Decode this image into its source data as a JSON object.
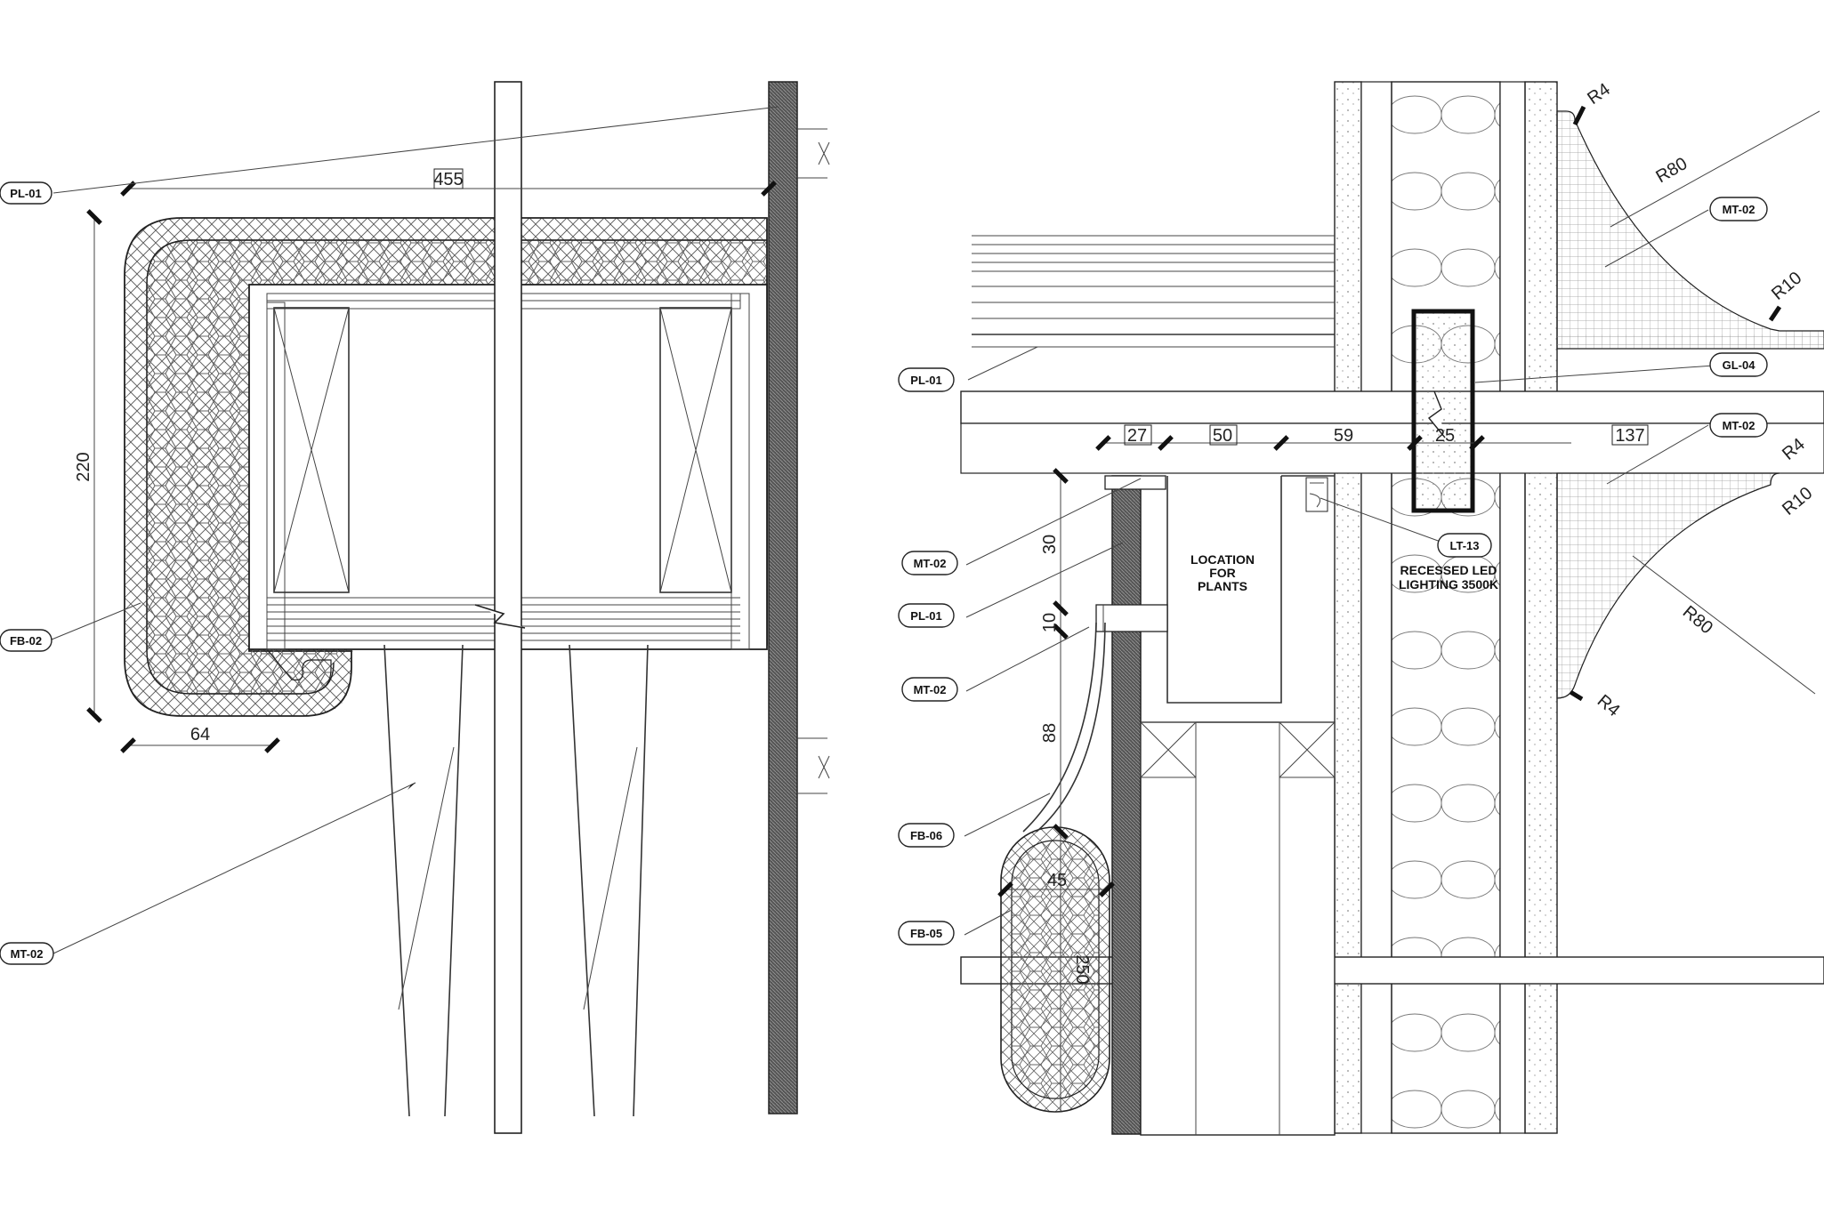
{
  "tags": {
    "left_pl01": "PL-01",
    "left_fb02": "FB-02",
    "left_mt02": "MT-02",
    "right_pl01_top": "PL-01",
    "right_mt02_upper": "MT-02",
    "right_gl04": "GL-04",
    "right_mt02_mid": "MT-02",
    "right_mt02_a": "MT-02",
    "right_pl01_b": "PL-01",
    "right_mt02_c": "MT-02",
    "right_lt13": "LT-13",
    "right_fb06": "FB-06",
    "right_fb05": "FB-05"
  },
  "dims": {
    "left_455": "455",
    "left_220": "220",
    "left_64": "64",
    "r_27": "27",
    "r_50": "50",
    "r_59": "59",
    "r_25": "25",
    "r_137": "137",
    "r_30": "30",
    "r_10": "10",
    "r_88": "88",
    "r_45": "45",
    "r_250": "250",
    "rad_r4_top": "R4",
    "rad_r80_top": "R80",
    "rad_r10_top": "R10",
    "rad_r4_mid": "R4",
    "rad_r10_mid": "R10",
    "rad_r80_bot": "R80",
    "rad_r4_bot": "R4"
  },
  "notes": {
    "plants_l1": "LOCATION",
    "plants_l2": "FOR",
    "plants_l3": "PLANTS",
    "led_l1": "RECESSED LED",
    "led_l2": "LIGHTING 3500K"
  }
}
